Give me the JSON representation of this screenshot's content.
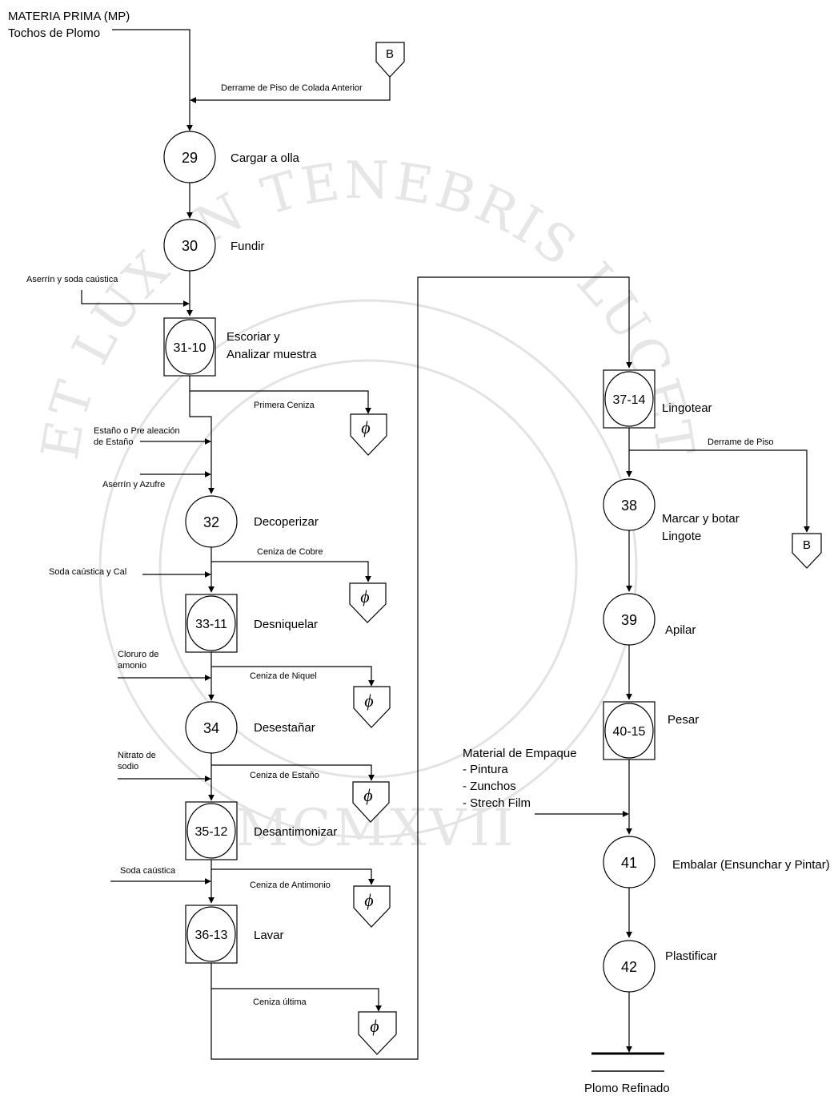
{
  "raw_material": {
    "line1": "MATERIA PRIMA (MP)",
    "line2": "Tochos de Plomo"
  },
  "connector_symbol": "B",
  "ash_symbol": "ϕ",
  "watermark": {
    "arc_text": "ET LUX IN TENEBRIS LUCET",
    "roman_numeral": "MCMXVII"
  },
  "inputs": {
    "floor_spill_prev": "Derrame de Piso de Colada Anterior",
    "sawdust_soda": "Aserrín y soda caústica",
    "tin_alloy_line1": "Estaño o Pre aleación",
    "tin_alloy_line2": "de Estaño",
    "sawdust_sulfur": "Aserrín y Azufre",
    "soda_lime": "Soda caústica y Cal",
    "ammonium_line1": "Cloruro de",
    "ammonium_line2": "amonio",
    "nitrate_line1": "Nitrato de",
    "nitrate_line2": "sodio",
    "caustic_soda": "Soda caústica",
    "packaging_title": "Material de Empaque",
    "packaging_item1": "- Pintura",
    "packaging_item2": "- Zunchos",
    "packaging_item3": "- Strech Film"
  },
  "outputs": {
    "ash1": "Primera Ceniza",
    "ash2": "Ceniza de Cobre",
    "ash3": "Ceniza de Niquel",
    "ash4": "Ceniza de Estaño",
    "ash5": "Ceniza de Antimonio",
    "ash6": "Ceniza última",
    "floor_spill": "Derrame de Piso",
    "final_product": "Plomo Refinado"
  },
  "steps": [
    {
      "num": "29",
      "label1": "Cargar a olla",
      "label2": "",
      "kind": "operation"
    },
    {
      "num": "30",
      "label1": "Fundir",
      "label2": "",
      "kind": "operation"
    },
    {
      "num": "31-10",
      "label1": "Escoriar y",
      "label2": "Analizar muestra",
      "kind": "combined"
    },
    {
      "num": "32",
      "label1": "Decoperizar",
      "label2": "",
      "kind": "operation"
    },
    {
      "num": "33-11",
      "label1": "Desniquelar",
      "label2": "",
      "kind": "combined"
    },
    {
      "num": "34",
      "label1": "Desestañar",
      "label2": "",
      "kind": "operation"
    },
    {
      "num": "35-12",
      "label1": "Desantimonizar",
      "label2": "",
      "kind": "combined"
    },
    {
      "num": "36-13",
      "label1": "Lavar",
      "label2": "",
      "kind": "combined"
    },
    {
      "num": "37-14",
      "label1": "Lingotear",
      "label2": "",
      "kind": "combined"
    },
    {
      "num": "38",
      "label1": "Marcar y botar",
      "label2": "Lingote",
      "kind": "operation"
    },
    {
      "num": "39",
      "label1": "Apilar",
      "label2": "",
      "kind": "operation"
    },
    {
      "num": "40-15",
      "label1": "Pesar",
      "label2": "",
      "kind": "combined"
    },
    {
      "num": "41",
      "label1": "Embalar (Ensunchar y Pintar)",
      "label2": "",
      "kind": "operation"
    },
    {
      "num": "42",
      "label1": "Plastificar",
      "label2": "",
      "kind": "operation"
    }
  ]
}
